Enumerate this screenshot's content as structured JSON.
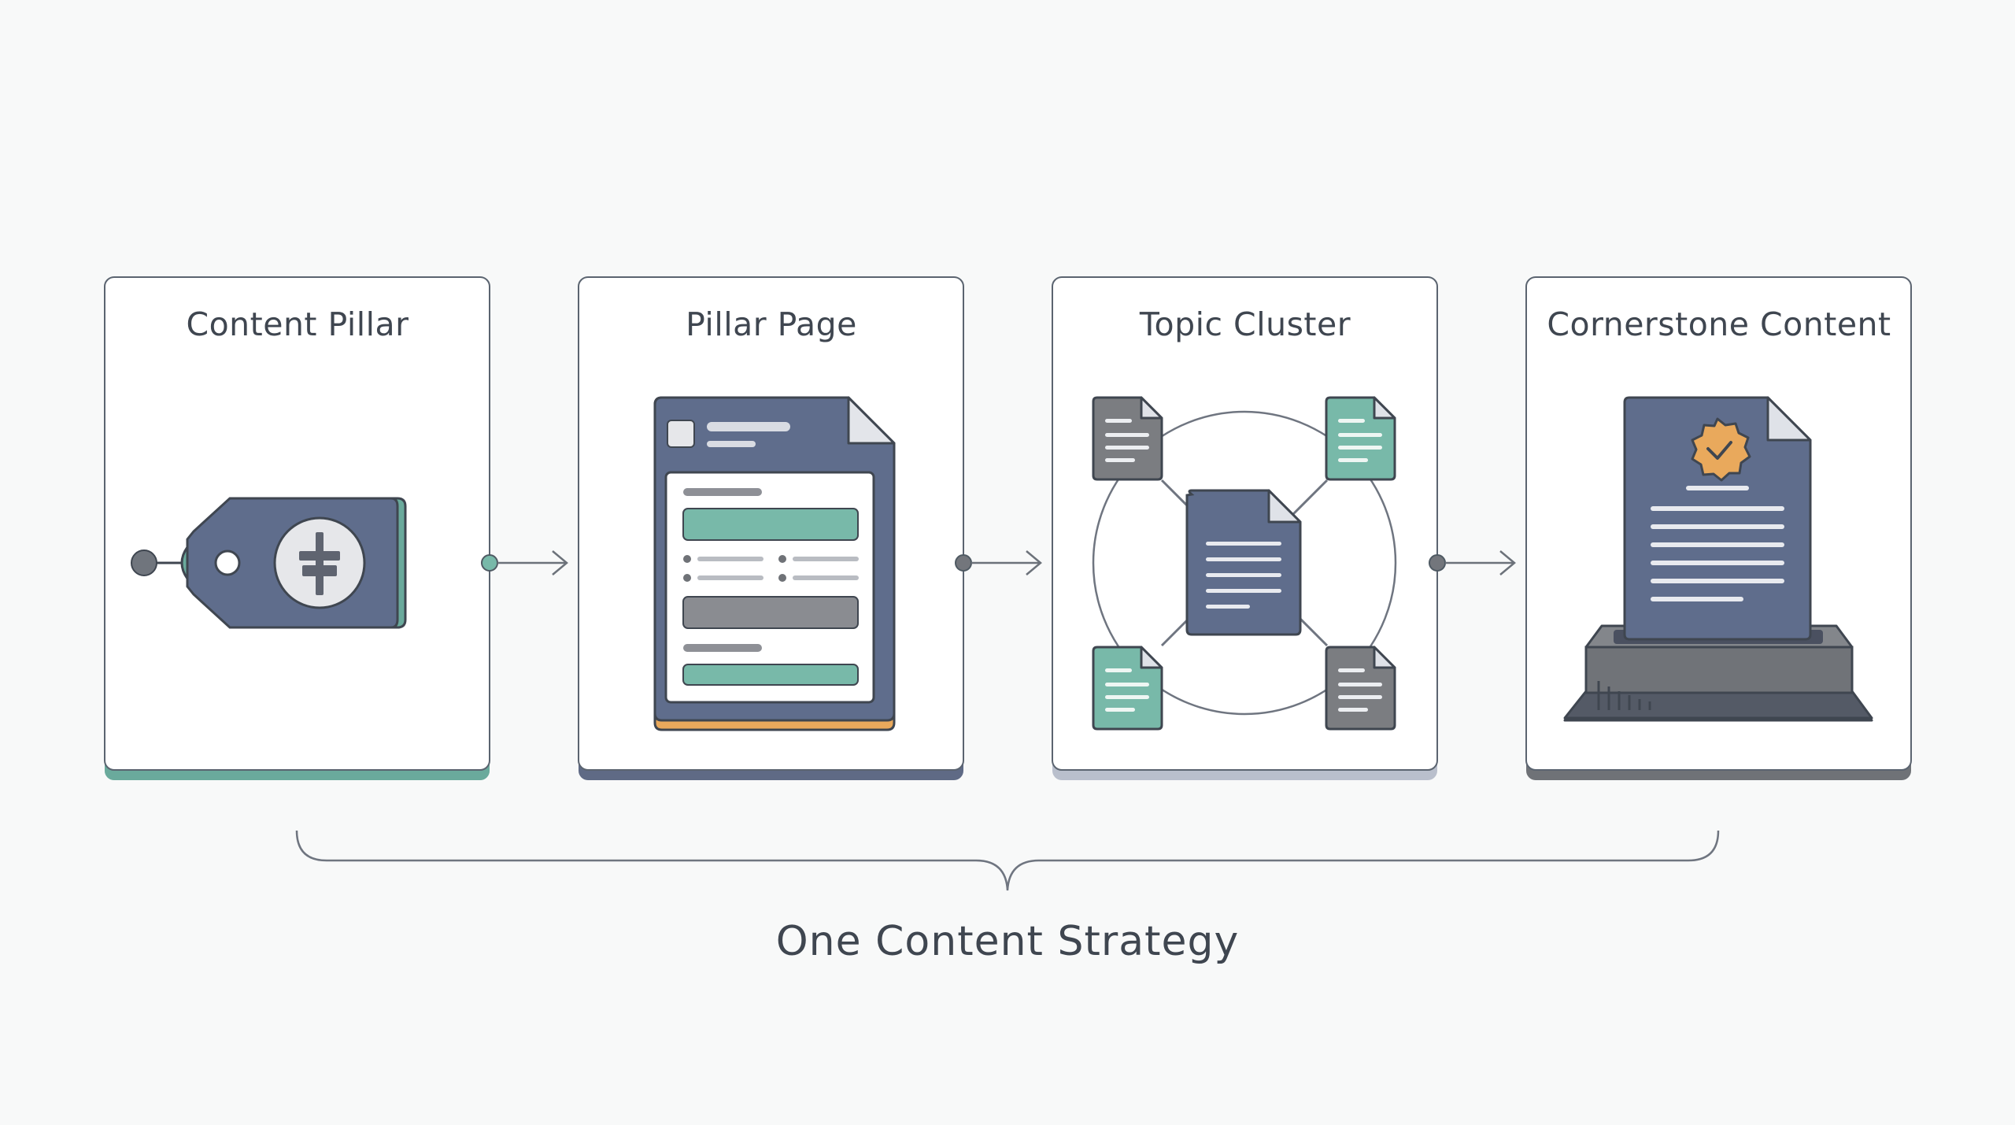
{
  "cards": [
    {
      "title": "Content Pillar",
      "accent": "#6aaa9c"
    },
    {
      "title": "Pillar Page",
      "accent": "#5f6a85"
    },
    {
      "title": "Topic Cluster",
      "accent": "#b9bfcc"
    },
    {
      "title": "Cornerstone Content",
      "accent": "#6f7277"
    }
  ],
  "caption": "One Content Strategy",
  "colors": {
    "slate": "#5f6d8c",
    "teal": "#78b9a9",
    "gray": "#7b7d81",
    "orange": "#e9a95c",
    "outline": "#3f4650",
    "connector": "#8a8f96"
  },
  "icons": [
    "price-tag-icon",
    "document-page-icon",
    "topic-cluster-icon",
    "cornerstone-document-icon"
  ]
}
